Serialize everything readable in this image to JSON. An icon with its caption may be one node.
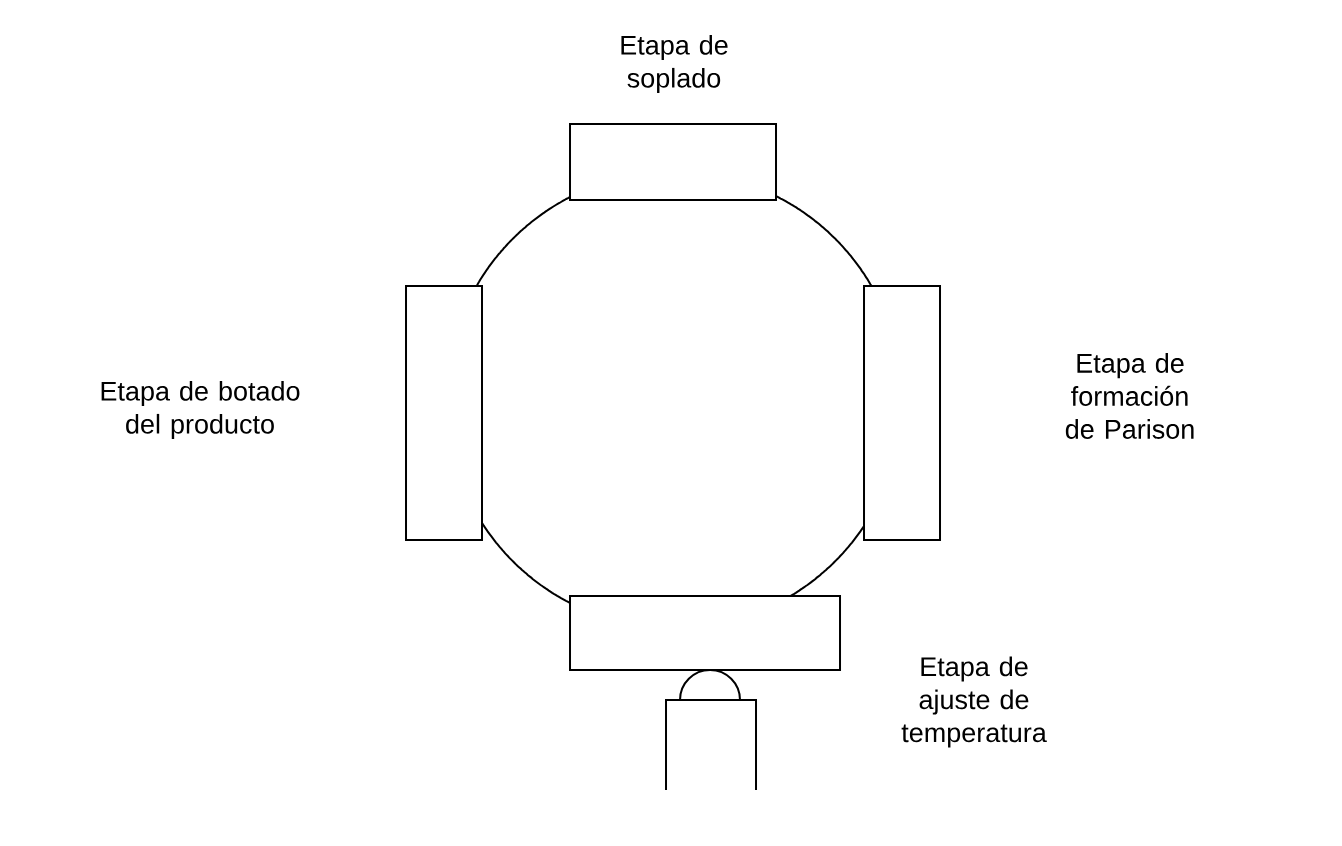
{
  "diagram": {
    "nodes": [
      {
        "text": [
          "Etapa de soplado"
        ]
      },
      {
        "text": [
          "Etapa de formación de Parison"
        ]
      },
      {
        "text": [
          "Etapa de ajuste de temperatura"
        ]
      },
      {
        "text": [
          "Etapa de botado del producto"
        ]
      }
    ]
  }
}
